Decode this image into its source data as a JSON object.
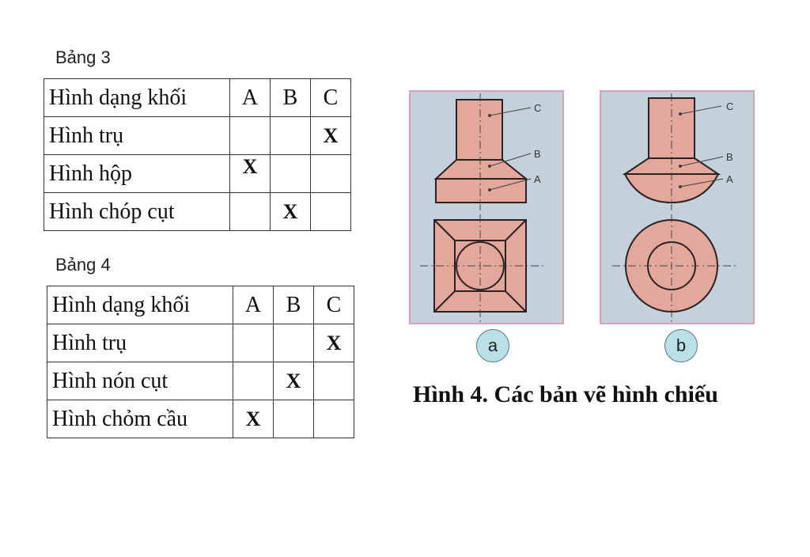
{
  "table3": {
    "caption": "Bảng 3",
    "header": [
      "Hình dạng khối",
      "A",
      "B",
      "C"
    ],
    "rows": [
      [
        "Hình trụ",
        "",
        "",
        "X"
      ],
      [
        "Hình hộp",
        "X",
        "",
        ""
      ],
      [
        "Hình chóp cụt",
        "",
        "X",
        ""
      ]
    ]
  },
  "table4": {
    "caption": "Bảng 4",
    "header": [
      "Hình dạng khối",
      "A",
      "B",
      "C"
    ],
    "rows": [
      [
        "Hình trụ",
        "",
        "",
        "X"
      ],
      [
        "Hình nón cụt",
        "",
        "X",
        ""
      ],
      [
        "Hình chỏm cầu",
        "X",
        "",
        ""
      ]
    ]
  },
  "figure": {
    "title": "Hình 4. Các bản vẽ hình chiếu",
    "panel_a": {
      "badge": "a",
      "labels": [
        "C",
        "B",
        "A"
      ]
    },
    "panel_b": {
      "badge": "b",
      "labels": [
        "C",
        "B",
        "A"
      ]
    },
    "colors": {
      "fill": "#e3a79c",
      "background": "#c4d0da",
      "frame": "#d6a3b6",
      "badge": "#b9e0e6"
    }
  }
}
